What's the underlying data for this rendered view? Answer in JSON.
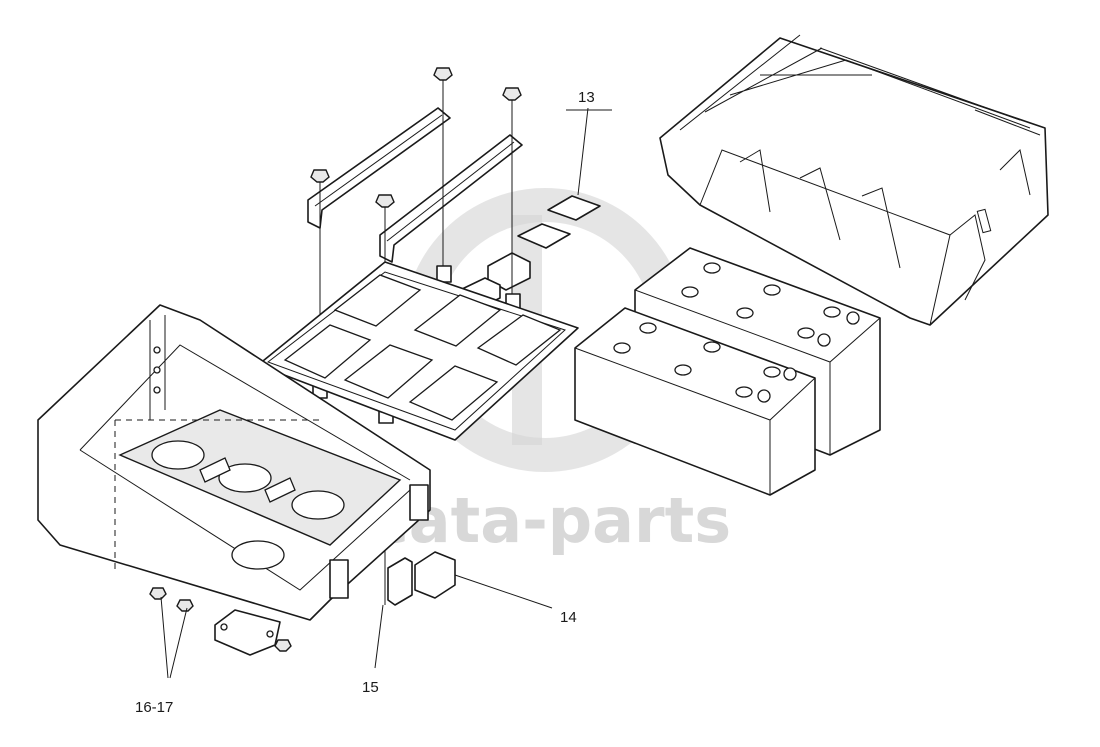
{
  "watermark": {
    "text": "cata-parts",
    "color": "#c8c8c8"
  },
  "callouts": [
    {
      "id": "13",
      "label": "13"
    },
    {
      "id": "14",
      "label": "14"
    },
    {
      "id": "15",
      "label": "15"
    },
    {
      "id": "16-17",
      "label": "16-17"
    }
  ],
  "parts": [
    "battery-cover",
    "battery-front",
    "battery-rear",
    "hold-down-bars",
    "battery-tray",
    "battery-box-frame",
    "terminal-bracket",
    "gasket-plate",
    "bolts-and-nuts"
  ]
}
